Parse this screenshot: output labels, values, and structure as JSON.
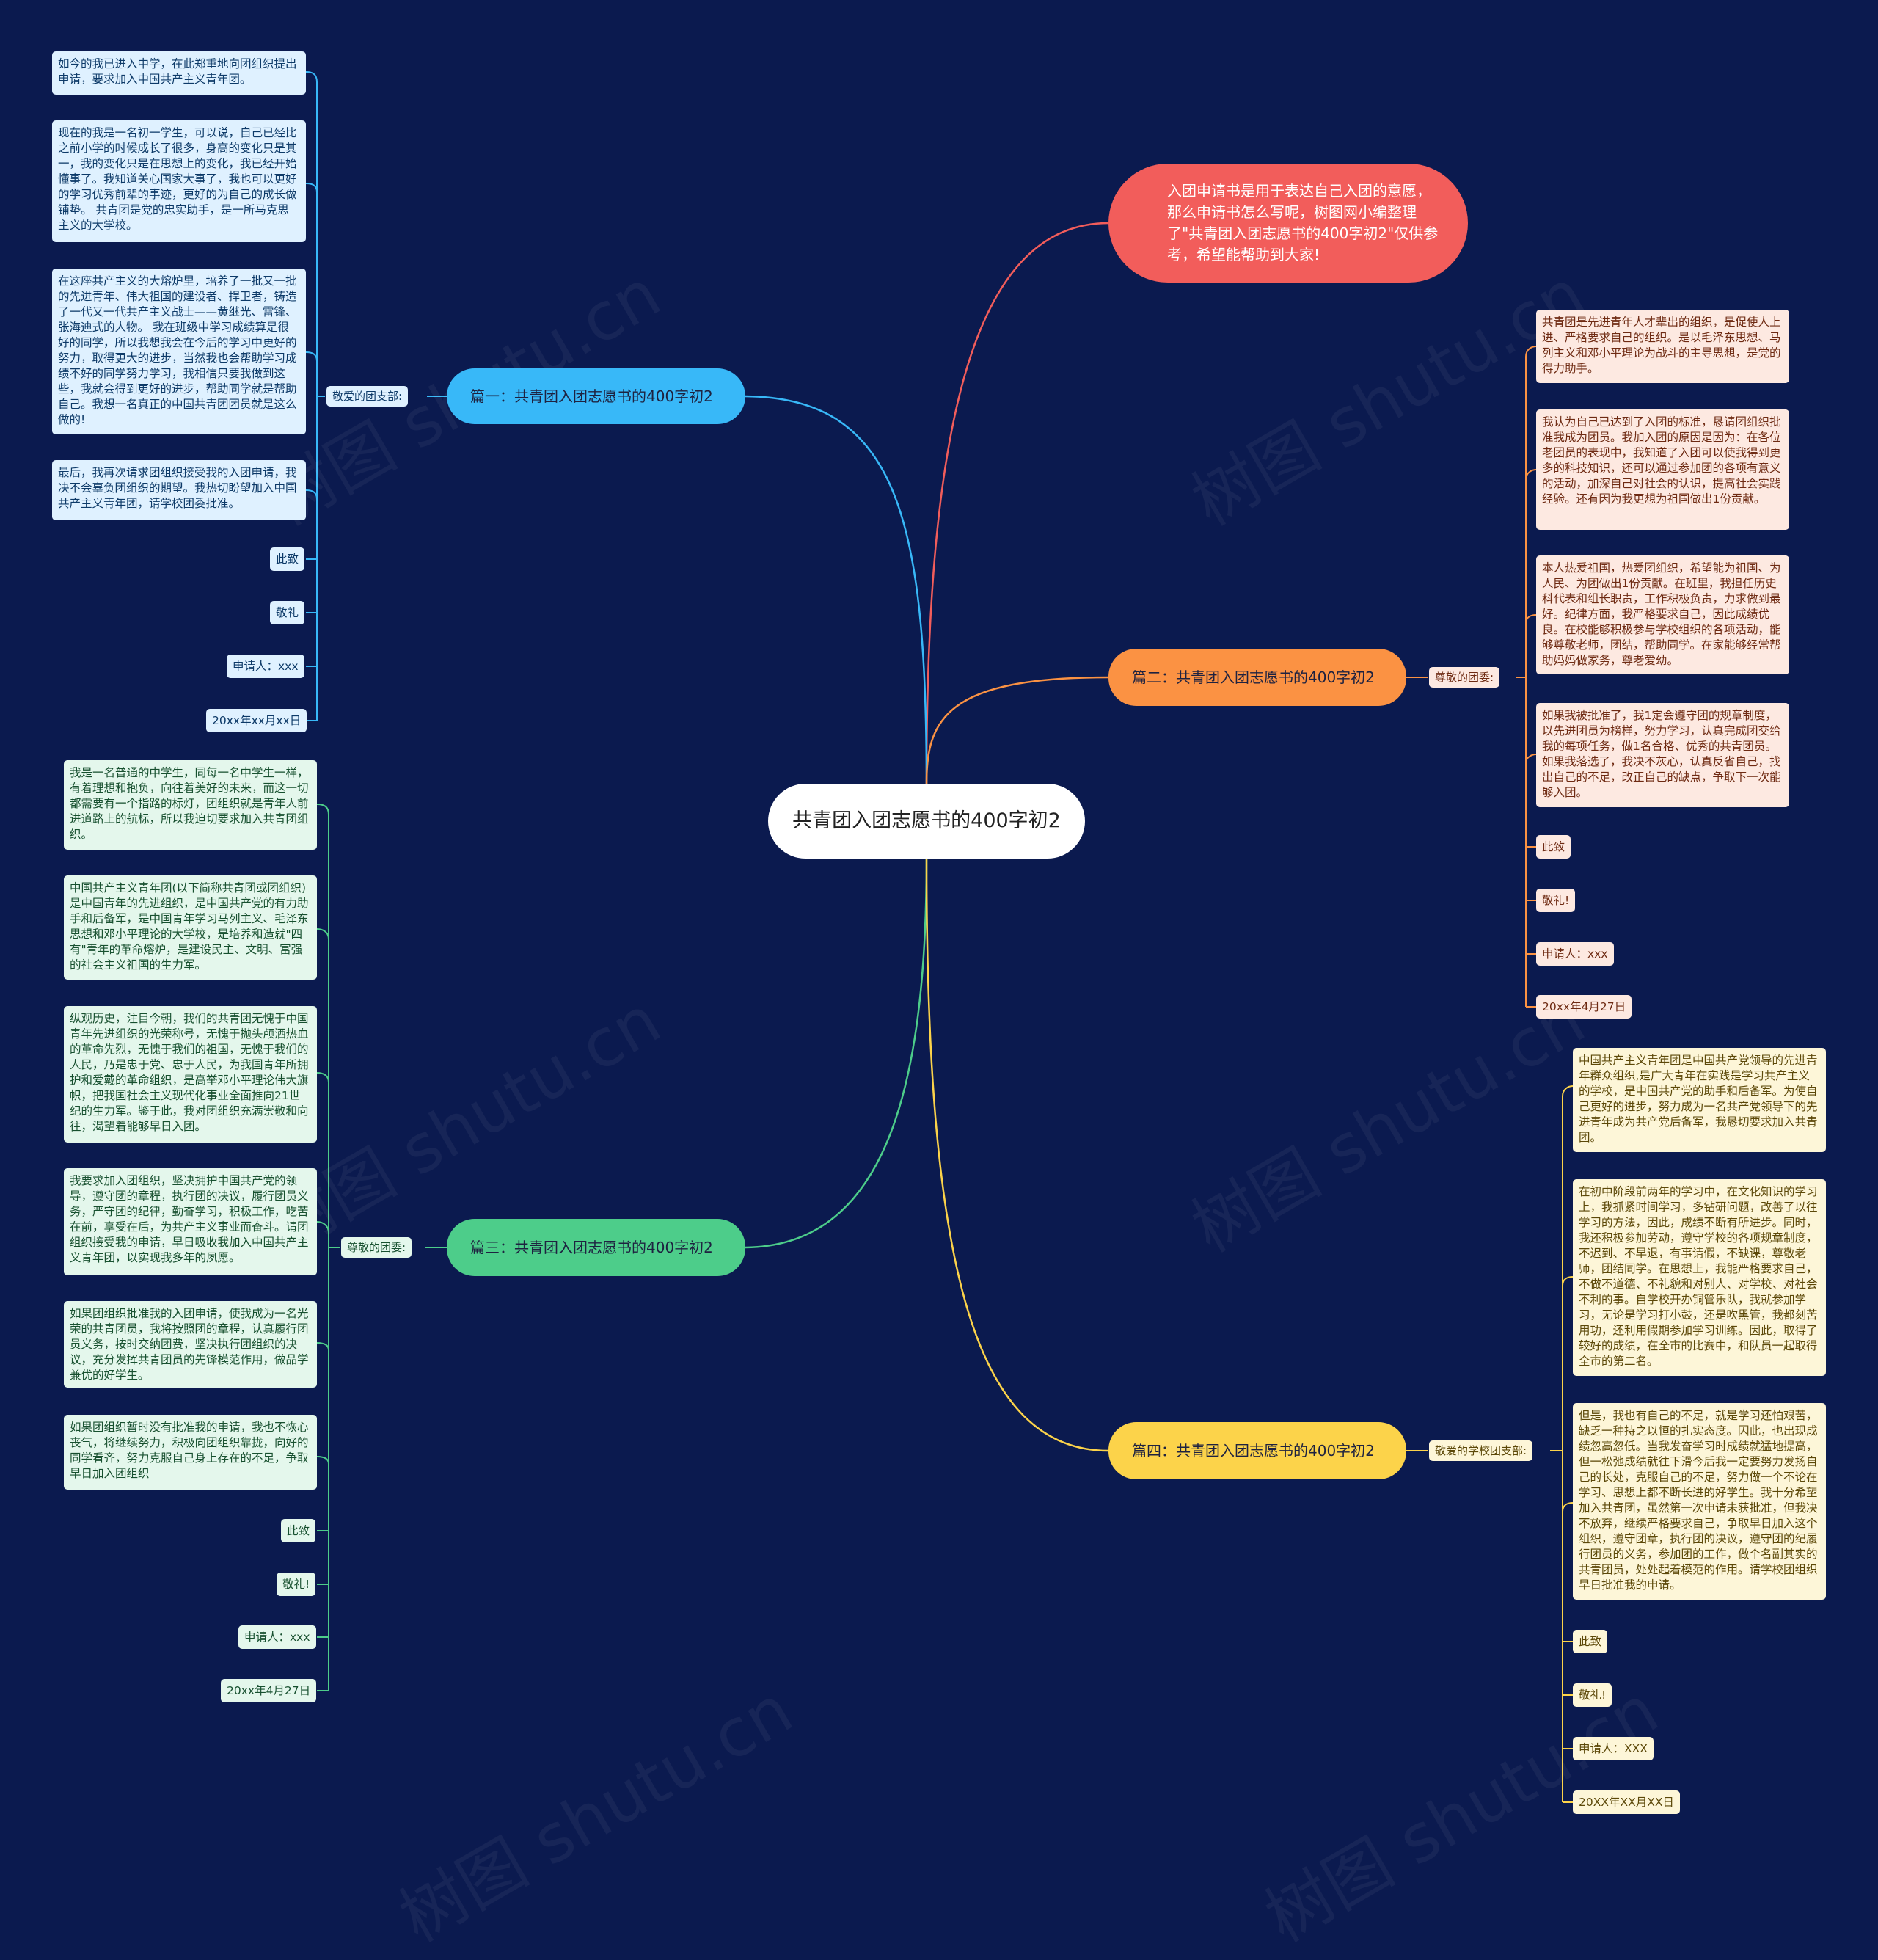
{
  "title": "共青团入团志愿书的400字初2",
  "intro": "入团申请书是用于表达自己入团的意愿，那么申请书怎么写呢，树图网小编整理了\"共青团入团志愿书的400字初2\"仅供参考，希望能帮助到大家!",
  "watermark": "树图 shutu.cn",
  "branches": {
    "b1": {
      "title": "篇一：共青团入团志愿书的400字初2",
      "label": "敬爱的团支部:",
      "leaves": [
        "如今的我已进入中学，在此郑重地向团组织提出申请，要求加入中国共产主义青年团。",
        "现在的我是一名初一学生，可以说，自己已经比之前小学的时候成长了很多，身高的变化只是其一，我的变化只是在思想上的变化，我已经开始懂事了。我知道关心国家大事了，我也可以更好的学习优秀前辈的事迹，更好的为自己的成长做铺垫。 共青团是党的忠实助手，是一所马克思主义的大学校。",
        "在这座共产主义的大熔炉里，培养了一批又一批的先进青年、伟大祖国的建设者、捍卫者，铸造了一代又一代共产主义战士——黄继光、雷锋、张海迪式的人物。 我在班级中学习成绩算是很好的同学，所以我想我会在今后的学习中更好的努力，取得更大的进步，当然我也会帮助学习成绩不好的同学努力学习，我相信只要我做到这些，我就会得到更好的进步，帮助同学就是帮助自己。我想一名真正的中国共青团团员就是这么做的!",
        "最后，我再次请求团组织接受我的入团申请，我决不会辜负团组织的期望。我热切盼望加入中国共产主义青年团，请学校团委批准。"
      ],
      "small": [
        "此致",
        "敬礼",
        "申请人：xxx",
        "20xx年xx月xx日"
      ]
    },
    "b2": {
      "title": "篇二：共青团入团志愿书的400字初2",
      "label": "尊敬的团委:",
      "leaves": [
        "共青团是先进青年人才辈出的组织，是促使人上进、严格要求自己的组织。是以毛泽东思想、马列主义和邓小平理论为战斗的主导思想，是党的得力助手。",
        "我认为自己已达到了入团的标准，恳请团组织批准我成为团员。我加入团的原因是因为：在各位老团员的表现中，我知道了入团可以使我得到更多的科技知识，还可以通过参加团的各项有意义的活动，加深自己对社会的认识，提高社会实践经验。还有因为我更想为祖国做出1份贡献。",
        "本人热爱祖国，热爱团组织，希望能为祖国、为人民、为团做出1份贡献。在班里，我担任历史科代表和组长职责，工作积极负责，力求做到最好。纪律方面，我严格要求自己，因此成绩优良。在校能够积极参与学校组织的各项活动，能够尊敬老师，团结，帮助同学。在家能够经常帮助妈妈做家务，尊老爱幼。",
        "如果我被批准了，我1定会遵守团的规章制度，以先进团员为榜样，努力学习，认真完成团交给我的每项任务，做1名合格、优秀的共青团员。如果我落选了，我决不灰心，认真反省自己，找出自己的不足，改正自己的缺点，争取下一次能够入团。"
      ],
      "small": [
        "此致",
        "敬礼!",
        "申请人：xxx",
        "20xx年4月27日"
      ]
    },
    "b3": {
      "title": "篇三：共青团入团志愿书的400字初2",
      "label": "尊敬的团委:",
      "leaves": [
        "我是一名普通的中学生，同每一名中学生一样，有着理想和抱负，向往着美好的未来，而这一切都需要有一个指路的标灯，团组织就是青年人前进道路上的航标，所以我迫切要求加入共青团组织。",
        "中国共产主义青年团(以下简称共青团或团组织)是中国青年的先进组织，是中国共产党的有力助手和后备军，是中国青年学习马列主义、毛泽东思想和邓小平理论的大学校，是培养和造就\"四有\"青年的革命熔炉，是建设民主、文明、富强的社会主义祖国的生力军。",
        "纵观历史，注目今朝，我们的共青团无愧于中国青年先进组织的光荣称号，无愧于抛头颅洒热血的革命先烈，无愧于我们的祖国，无愧于我们的人民，乃是忠于党、忠于人民，为我国青年所拥护和爱戴的革命组织，是高举邓小平理论伟大旗帜，把我国社会主义现代化事业全面推向21世纪的生力军。鉴于此，我对团组织充满崇敬和向往，渴望着能够早日入团。",
        "我要求加入团组织，坚决拥护中国共产党的领导，遵守团的章程，执行团的决议，履行团员义务，严守团的纪律，勤奋学习，积极工作，吃苦在前，享受在后，为共产主义事业而奋斗。请团组织接受我的申请，早日吸收我加入中国共产主义青年团，以实现我多年的夙愿。",
        "如果团组织批准我的入团申请，使我成为一名光荣的共青团员，我将按照团的章程，认真履行团员义务，按时交纳团费，坚决执行团组织的决议，充分发挥共青团员的先锋模范作用，做品学兼优的好学生。",
        "如果团组织暂时没有批准我的申请，我也不恢心丧气，将继续努力，积极向团组织靠拢，向好的同学看齐，努力克服自己身上存在的不足，争取早日加入团组织"
      ],
      "small": [
        "此致",
        "敬礼!",
        "申请人：xxx",
        "20xx年4月27日"
      ]
    },
    "b4": {
      "title": "篇四：共青团入团志愿书的400字初2",
      "label": "敬爱的学校团支部:",
      "leaves": [
        "中国共产主义青年团是中国共产党领导的先进青年群众组织,是广大青年在实践是学习共产主义的学校，是中国共产党的助手和后备军。为使自己更好的进步，努力成为一名共产党领导下的先进青年成为共产党后备军，我恳切要求加入共青团。",
        "在初中阶段前两年的学习中，在文化知识的学习上，我抓紧时间学习，多钻研问题，改善了以往学习的方法，因此，成绩不断有所进步。同时，我还积极参加劳动，遵守学校的各项规章制度，不迟到、不早退，有事请假，不缺课，尊敬老师，团结同学。在思想上，我能严格要求自己，不做不道德、不礼貌和对别人、对学校、对社会不利的事。自学校开办铜管乐队，我就参加学习，无论是学习打小鼓，还是吹黑管，我都刻苦用功，还利用假期参加学习训练。因此，取得了较好的成绩，在全市的比赛中，和队员一起取得全市的第二名。",
        "但是，我也有自己的不足，就是学习还怕艰苦，缺乏一种持之以恒的扎实态度。因此，也出现成绩忽高忽低。当我发奋学习时成绩就猛地提高，但一松弛成绩就往下滑今后我一定要努力发扬自己的长处，克服自己的不足，努力做一个不论在学习、思想上都不断长进的好学生。我十分希望加入共青团，虽然第一次申请未获批准，但我决不放弃，继续严格要求自己，争取早日加入这个组织，遵守团章，执行团的决议，遵守团的纪履行团员的义务，参加团的工作，做个名副其实的共青团员，处处起着模范的作用。请学校团组织早日批准我的申请。"
      ],
      "small": [
        "此致",
        "敬礼!",
        "申请人：XXX",
        "20XX年XX月XX日"
      ]
    }
  },
  "colors": {
    "background": "#0b1a4f",
    "intro": "#f25d5b",
    "b1": "#38b8f8",
    "b2": "#fb9243",
    "b3": "#4dcd8a",
    "b4": "#fcd34a"
  }
}
